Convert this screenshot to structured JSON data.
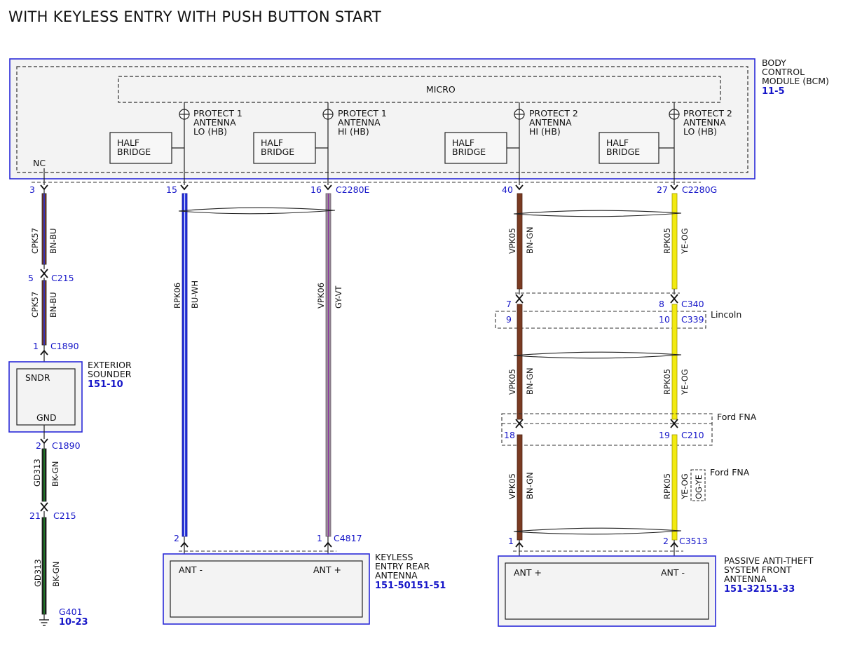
{
  "title": "WITH KEYLESS ENTRY WITH PUSH BUTTON START",
  "bcm": {
    "name": [
      "BODY",
      "CONTROL",
      "MODULE (BCM)"
    ],
    "ref": "11-5",
    "micro": "MICRO",
    "nc": "NC",
    "half_bridge": [
      "HALF",
      "BRIDGE"
    ],
    "protect": [
      [
        "PROTECT 1",
        "ANTENNA",
        "LO (HB)"
      ],
      [
        "PROTECT 1",
        "ANTENNA",
        "HI (HB)"
      ],
      [
        "PROTECT 2",
        "ANTENNA",
        "HI (HB)"
      ],
      [
        "PROTECT 2",
        "ANTENNA",
        "LO (HB)"
      ]
    ]
  },
  "pins": {
    "p3": "3",
    "p15": "15",
    "p16": "16",
    "p40": "40",
    "p27": "27",
    "p5": "5",
    "p1": "1",
    "p2": "2",
    "p21": "21",
    "p7": "7",
    "p8": "8",
    "p9": "9",
    "p10": "10",
    "p18": "18",
    "p19": "19",
    "p2b": "2",
    "p1b": "1",
    "p1c": "1",
    "p2c": "2"
  },
  "connectors": {
    "c2280e": "C2280E",
    "c2280g": "C2280G",
    "c215a": "C215",
    "c1890a": "C1890",
    "c1890b": "C1890",
    "c215b": "C215",
    "c340": "C340",
    "c339": "C339",
    "c210": "C210",
    "c4817": "C4817",
    "c3513": "C3513",
    "g401": "G401"
  },
  "wires": {
    "cpk57_a": [
      "CPK57",
      "BN-BU"
    ],
    "cpk57_b": [
      "CPK57",
      "BN-BU"
    ],
    "gd313_a": [
      "GD313",
      "BK-GN"
    ],
    "gd313_b": [
      "GD313",
      "BK-GN"
    ],
    "rpk06": [
      "RPK06",
      "BU-WH"
    ],
    "vpk06": [
      "VPK06",
      "GY-VT"
    ],
    "vpk05_a": [
      "VPK05",
      "BN-GN"
    ],
    "vpk05_b": [
      "VPK05",
      "BN-GN"
    ],
    "vpk05_c": [
      "VPK05",
      "BN-GN"
    ],
    "rpk05_a": [
      "RPK05",
      "YE-OG"
    ],
    "rpk05_b": [
      "RPK05",
      "YE-OG"
    ],
    "rpk05_c": [
      "RPK05",
      "YE-OG"
    ],
    "og_ye": "OG-YE"
  },
  "notes": {
    "lincoln": "Lincoln",
    "ford1": "Ford FNA",
    "ford2": "Ford FNA"
  },
  "sounder": {
    "name": [
      "EXTERIOR",
      "SOUNDER"
    ],
    "ref": "151-10",
    "sndr": "SNDR",
    "gnd": "GND"
  },
  "ground_ref": "10-23",
  "rear_antenna": {
    "name": [
      "KEYLESS",
      "ENTRY REAR",
      "ANTENNA"
    ],
    "ref": "151-50151-51",
    "ant_neg": "ANT -",
    "ant_pos": "ANT +"
  },
  "front_antenna": {
    "name": [
      "PASSIVE ANTI-THEFT",
      "SYSTEM FRONT",
      "ANTENNA"
    ],
    "ref": "151-32151-33",
    "ant_pos": "ANT +",
    "ant_neg": "ANT -"
  },
  "colors": {
    "bn": "#7a3b22",
    "bu": "#2230d8",
    "gy": "#9a8a9a",
    "ye": "#f2ea10",
    "bk": "#1c1c1c",
    "gn": "#1f8a2a",
    "frame": "#2a2ad8"
  }
}
